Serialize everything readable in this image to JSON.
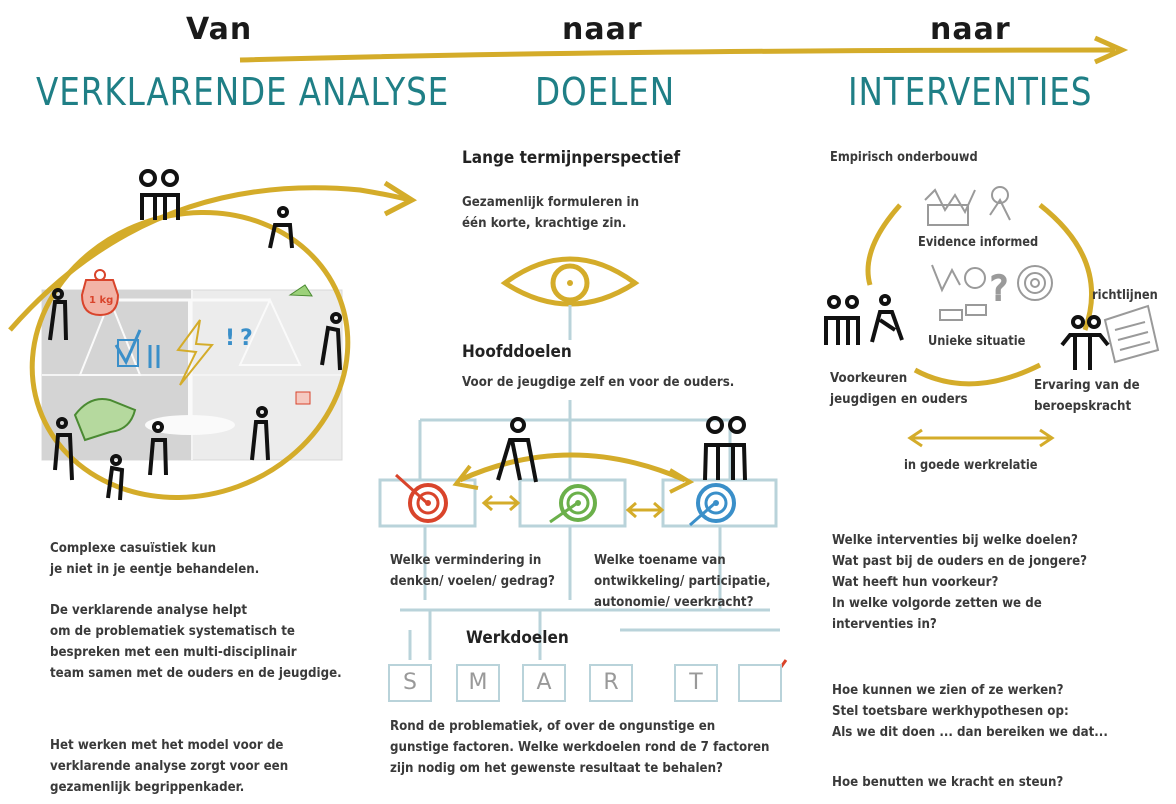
{
  "header": {
    "van": "Van",
    "naar1": "naar",
    "naar2": "naar",
    "col1_title": "VERKLARENDE ANALYSE",
    "col2_title": "DOELEN",
    "col3_title": "INTERVENTIES"
  },
  "left": {
    "weight_label": "1 kg",
    "para1": [
      "Complexe casuïstiek kun",
      "je niet in je eentje behandelen."
    ],
    "para2": [
      "De verklarende analyse helpt",
      "om de problematiek systematisch te",
      "bespreken met een multi-disciplinair",
      "team samen met de ouders en de jeugdige."
    ],
    "para3": [
      "Het werken met het model voor de",
      "verklarende analyse zorgt voor een",
      "gezamenlijk begrippenkader."
    ]
  },
  "middle": {
    "lt_title": "Lange termijnperspectief",
    "lt_text": [
      "Gezamenlijk formuleren in",
      "één korte, krachtige zin."
    ],
    "hoofd_title": "Hoofddoelen",
    "hoofd_text": "Voor de jeugdige zelf en voor de ouders.",
    "q_left": [
      "Welke vermindering in",
      "denken/ voelen/ gedrag?"
    ],
    "q_right": [
      "Welke toename van",
      "ontwikkeling/ participatie,",
      "autonomie/ veerkracht?"
    ],
    "werk_title": "Werkdoelen",
    "smart": [
      "S",
      "M",
      "A",
      "R",
      "T"
    ],
    "bottom_text": [
      "Rond de problematiek, of over de ongunstige en",
      "gunstige factoren. Welke werkdoelen rond de 7 factoren",
      "zijn nodig om het gewenste resultaat te behalen?"
    ]
  },
  "right": {
    "emp": "Empirisch onderbouwd",
    "evidence": "Evidence informed",
    "unieke": "Unieke situatie",
    "richtlijnen": "richtlijnen",
    "voorkeuren": [
      "Voorkeuren",
      "jeugdigen en ouders"
    ],
    "ervaring": [
      "Ervaring van de",
      "beroepskracht"
    ],
    "werkrelatie": "in goede werkrelatie",
    "q1": [
      "Welke interventies bij welke doelen?",
      "Wat past bij de ouders en de jongere?",
      "Wat heeft hun voorkeur?",
      "In welke volgorde zetten we de",
      "interventies in?"
    ],
    "q2": [
      "Hoe kunnen we zien of ze werken?",
      "Stel toetsbare werkhypothesen op:",
      "Als we dit doen ... dan bereiken we dat..."
    ],
    "q3": "Hoe benutten we kracht en steun?"
  },
  "colors": {
    "teal": "#1f7f86",
    "gold": "#d4ac2a",
    "red": "#d9442b",
    "green": "#6bb04a",
    "blue": "#3a8fc9",
    "lightblue": "#b9d3da"
  }
}
